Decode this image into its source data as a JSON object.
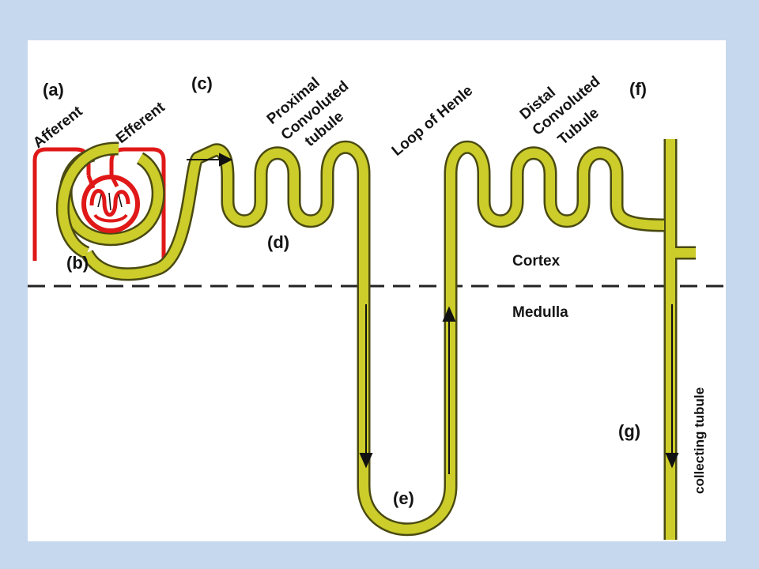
{
  "diagram": {
    "labels": {
      "a": "(a)",
      "b": "(b)",
      "c": "(c)",
      "d": "(d)",
      "e": "(e)",
      "f": "(f)",
      "g": "(g)",
      "afferent": "Afferent",
      "efferent": "Efferent",
      "proximal_line1": "Proximal",
      "proximal_line2": "Convoluted",
      "proximal_line3": "tubule",
      "loop_of_henle": "Loop of Henle",
      "distal_line1": "Distal",
      "distal_line2": "Convoluted",
      "distal_line3": "Tubule",
      "cortex": "Cortex",
      "medulla": "Medulla",
      "collecting_tubule": "collecting tubule"
    },
    "colors": {
      "background": "#c5d8ee",
      "panel": "#ffffff",
      "tubule_fill": "#cccc2a",
      "tubule_outline": "#4a4a12",
      "arteriole": "#e01818",
      "divider": "#222222",
      "arrow": "#111111"
    }
  }
}
